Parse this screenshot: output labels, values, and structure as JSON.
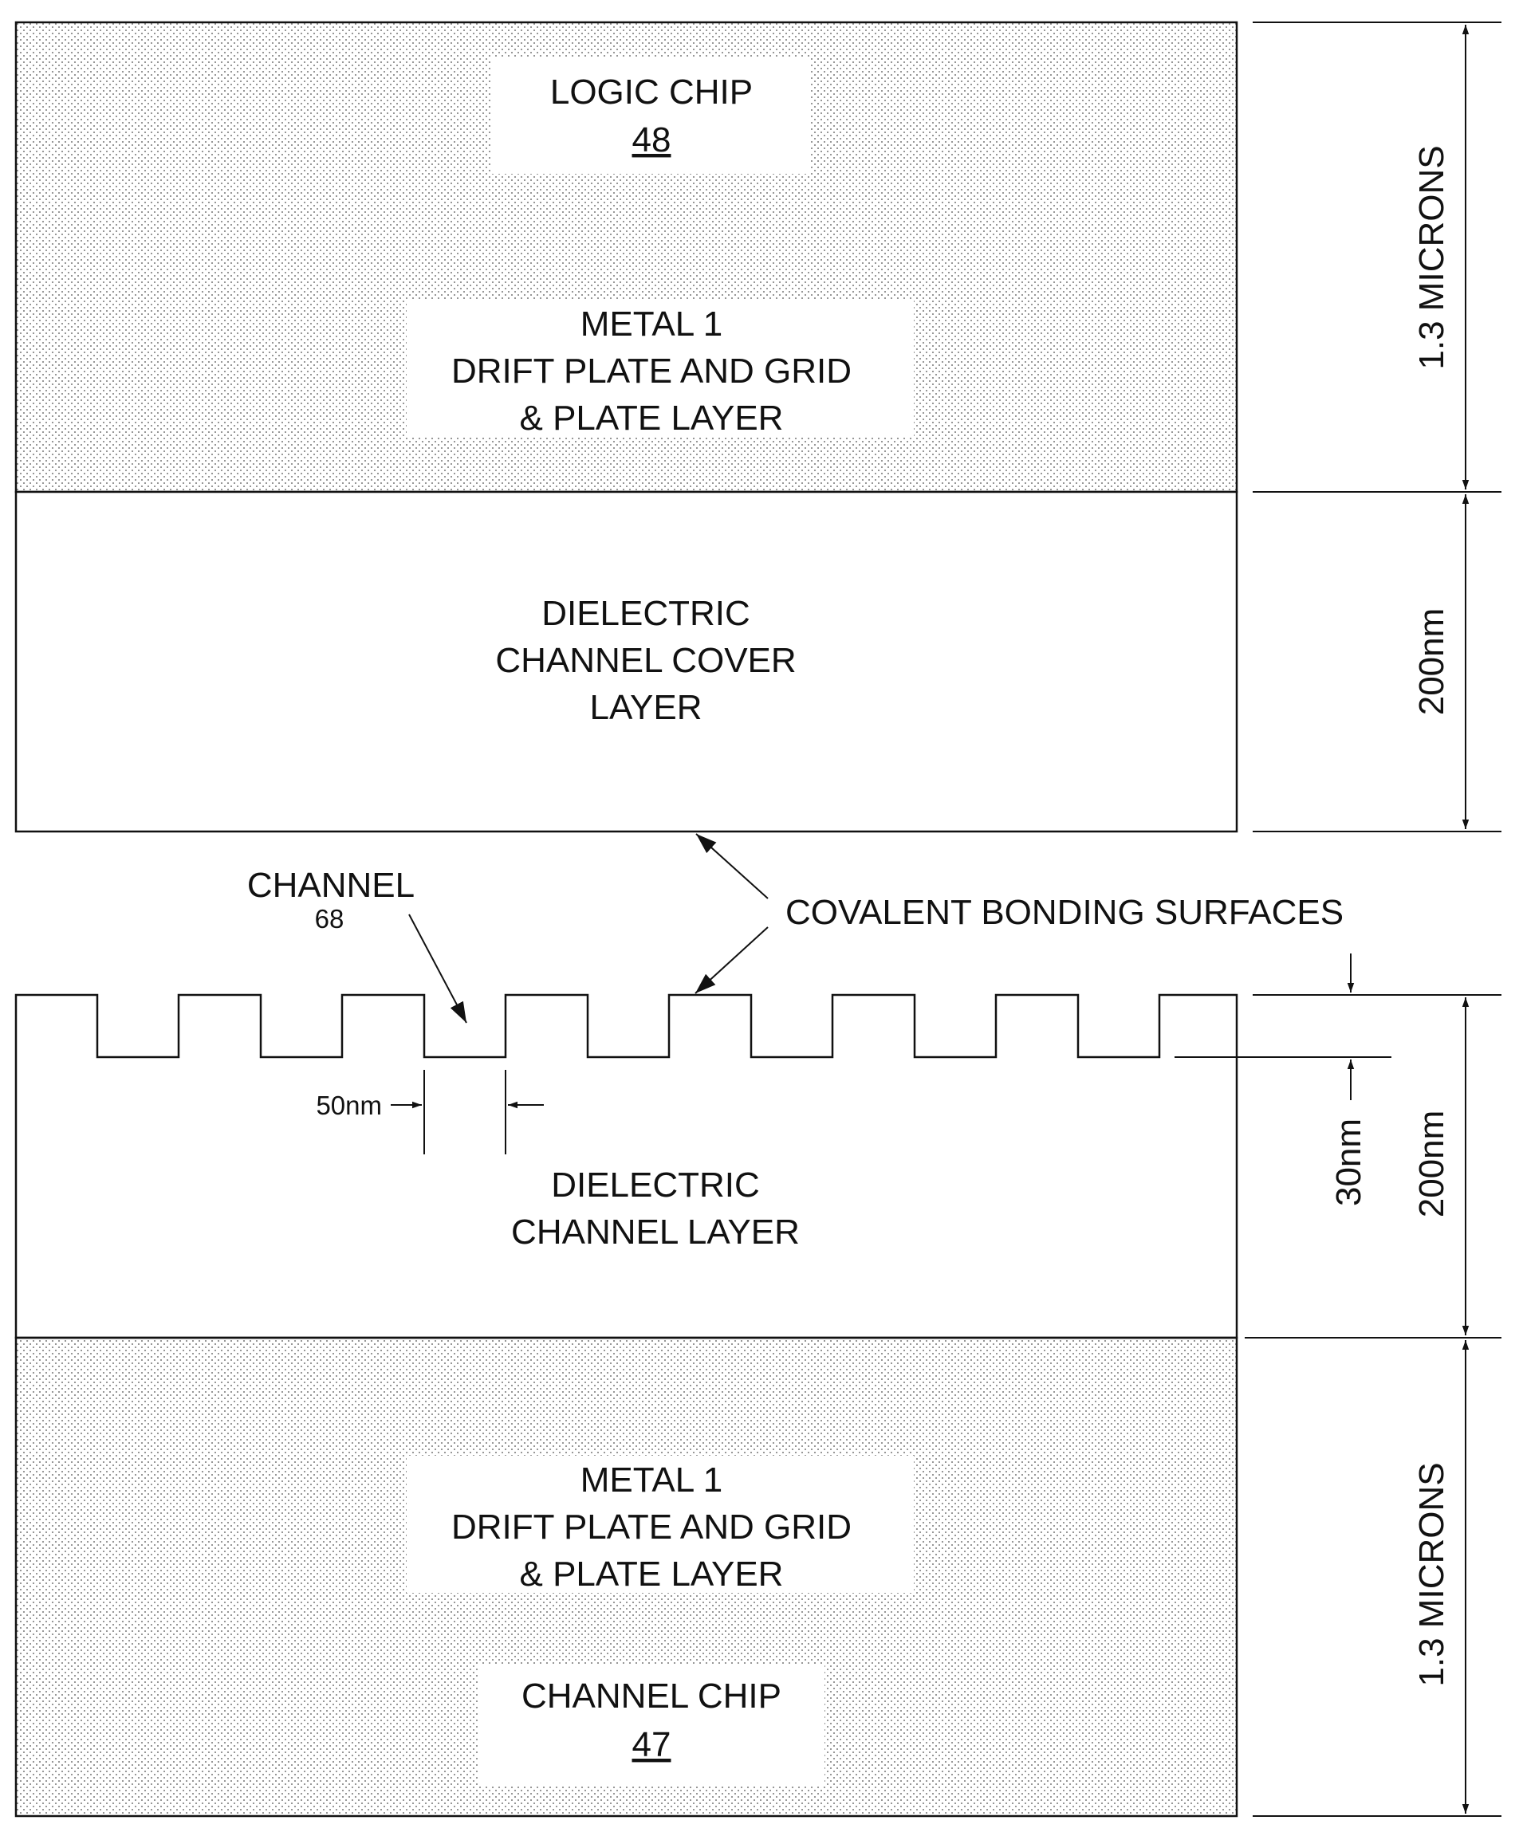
{
  "colors": {
    "ink": "#111111",
    "stipple": "#7a7a7a",
    "background": "#ffffff"
  },
  "layers": {
    "logic_chip": {
      "title": "LOGIC CHIP",
      "ref": "48"
    },
    "top_metal": {
      "lines": [
        "METAL 1",
        "DRIFT PLATE AND GRID",
        "& PLATE LAYER"
      ]
    },
    "channel_cover": {
      "lines": [
        "DIELECTRIC",
        "CHANNEL COVER",
        "LAYER"
      ]
    },
    "channel_layer": {
      "lines": [
        "DIELECTRIC",
        "CHANNEL LAYER"
      ]
    },
    "bottom_metal": {
      "lines": [
        "METAL 1",
        "DRIFT PLATE AND GRID",
        "& PLATE LAYER"
      ]
    },
    "channel_chip": {
      "title": "CHANNEL CHIP",
      "ref": "47"
    }
  },
  "annotations": {
    "channel": {
      "label": "CHANNEL",
      "ref": "68"
    },
    "bonding": {
      "label": "COVALENT BONDING SURFACES"
    },
    "channel_width": "50nm",
    "channel_depth": "30nm"
  },
  "dimensions": {
    "top_metal": "1.3 MICRONS",
    "cover": "200nm",
    "channel_layer": "200nm",
    "bottom_metal": "1.3 MICRONS"
  }
}
